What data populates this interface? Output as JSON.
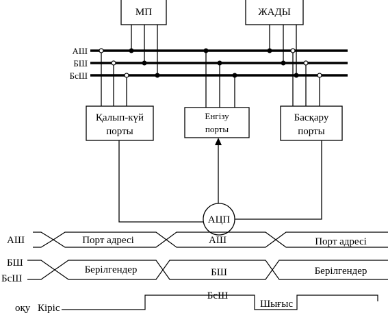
{
  "blocks": {
    "mp": "МП",
    "memory": "ЖАДЫ",
    "status_port": [
      "Қалып-күй",
      "порты"
    ],
    "input_port": [
      "Енгізу",
      "порты"
    ],
    "control_port": [
      "Басқару",
      "порты"
    ],
    "adc": "АЦП"
  },
  "buses": {
    "address": "АШ",
    "data": "БШ",
    "control": "БсШ"
  },
  "timing": {
    "address_row": {
      "label": "АШ",
      "segments": [
        "Порт адресі",
        "АШ",
        "Порт адресі"
      ]
    },
    "data_row": {
      "labels": [
        "БШ",
        "БсШ"
      ],
      "segments": [
        "Берілгендер",
        "БШ",
        "Берілгендер"
      ]
    },
    "control_row": {
      "labels": [
        "оқу",
        "Кіріс"
      ],
      "center": "БсШ",
      "right": "Шығыс"
    }
  }
}
